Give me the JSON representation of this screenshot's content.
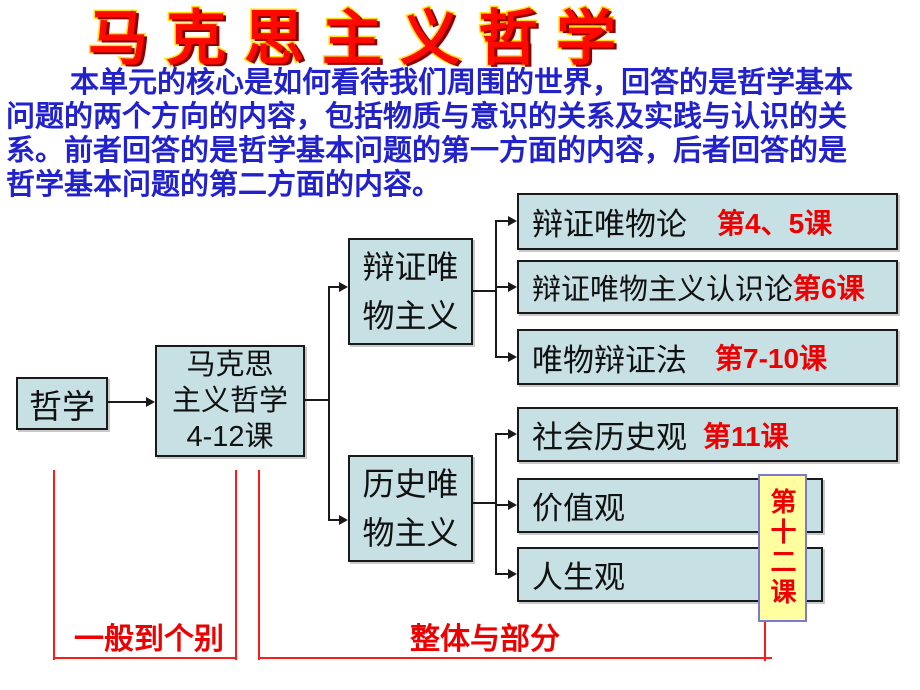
{
  "title": "马克思主义哲学",
  "intro": {
    "lines": [
      "本单元的核心是如何看待我们周围的世界，回答的是哲学基本",
      "问题的两个方向的内容，包括物质与意识的关系及实践与认识的关",
      "系。前者回答的是哲学基本问题的第一方面的内容，后者回答的是",
      "哲学基本问题的第二方面的内容。"
    ]
  },
  "diagram": {
    "philosophy": "哲学",
    "marxism": {
      "line1": "马克思",
      "line2": "主义哲学",
      "line3": "4-12课"
    },
    "dialectical_materialism": {
      "line1": "辩证唯",
      "line2": "物主义"
    },
    "historical_materialism": {
      "line1": "历史唯",
      "line2": "物主义"
    },
    "branches": [
      {
        "label": "辩证唯物论",
        "course": "第4、5课"
      },
      {
        "label": "辩证唯物主义认识论",
        "course": "第6课"
      },
      {
        "label": "唯物辩证法",
        "course": "第7-10课"
      },
      {
        "label": "社会历史观",
        "course": "第11课"
      },
      {
        "label": "价值观",
        "course": ""
      },
      {
        "label": "人生观",
        "course": ""
      }
    ],
    "lesson12": "第十二课"
  },
  "footer": {
    "left_label": "一般到个别",
    "right_label": "整体与部分"
  },
  "colors": {
    "title_red": "#ff0800",
    "title_outline_yellow": "#ffdf00",
    "intro_blue": "#2222cc",
    "node_fill": "#c6e0e4",
    "course_red": "#ee0000",
    "lesson12_fill": "#ffffa0",
    "lesson12_border": "#7a7ad0",
    "bracket_red": "#ff1a1a"
  }
}
